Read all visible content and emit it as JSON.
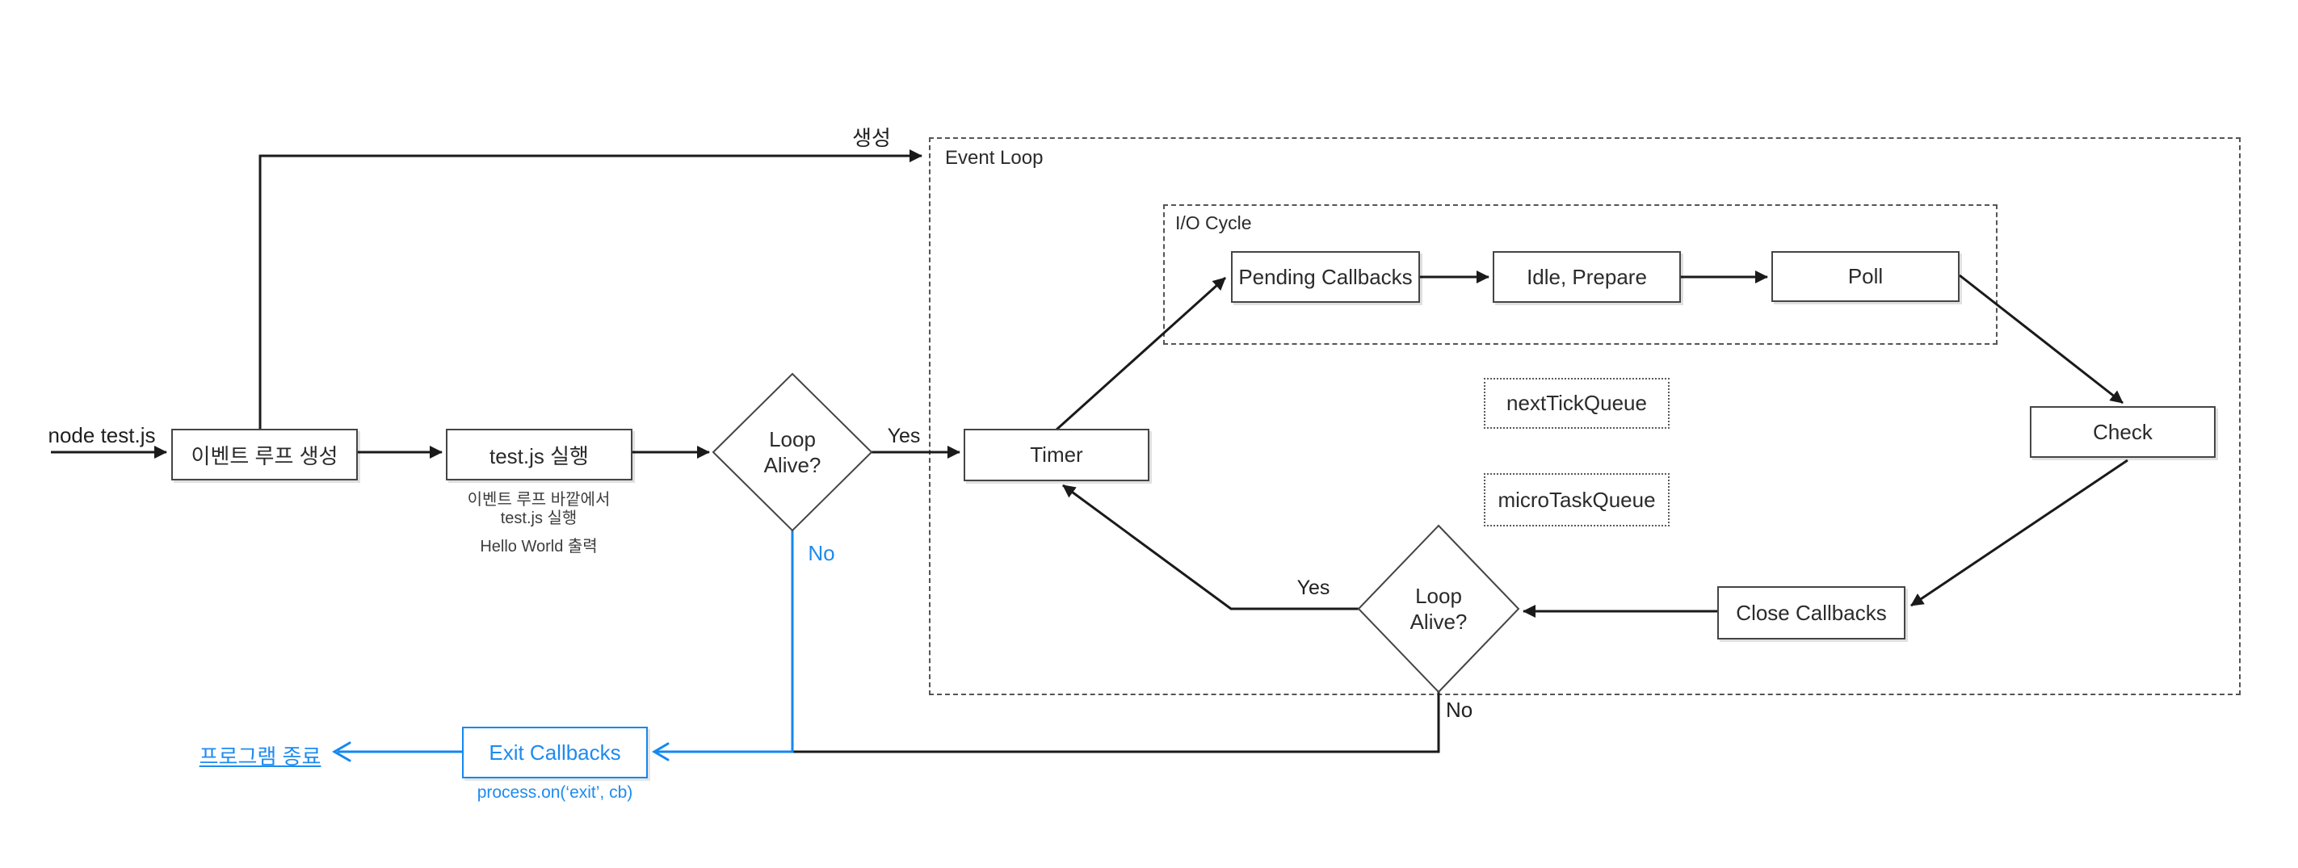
{
  "diagram": {
    "containers": {
      "event_loop": "Event Loop",
      "io_cycle": "I/O Cycle"
    },
    "nodes": {
      "create_loop": "이벤트 루프 생성",
      "run_testjs": "test.js 실행",
      "timer": "Timer",
      "pending_callbacks": "Pending Callbacks",
      "idle_prepare": "Idle, Prepare",
      "poll": "Poll",
      "check": "Check",
      "close_callbacks": "Close Callbacks",
      "next_tick_queue": "nextTickQueue",
      "micro_task_queue": "microTaskQueue",
      "exit_callbacks": "Exit Callbacks",
      "loop_alive_outer": "Loop Alive?",
      "loop_alive_inner": "Loop Alive?"
    },
    "edge_labels": {
      "start_command": "node test.js",
      "creation": "생성",
      "yes_outer": "Yes",
      "no_outer": "No",
      "yes_inner": "Yes",
      "no_inner": "No"
    },
    "annotations": {
      "run_note_line1": "이벤트 루프 바깥에서",
      "run_note_line2": "test.js 실행",
      "hello_output": "Hello World 출력",
      "process_on": "process.on(‘exit’, cb)",
      "program_exit": "프로그램 종료"
    },
    "colors": {
      "accent_blue": "#1488f0",
      "line_black": "#1a1a1a"
    }
  }
}
